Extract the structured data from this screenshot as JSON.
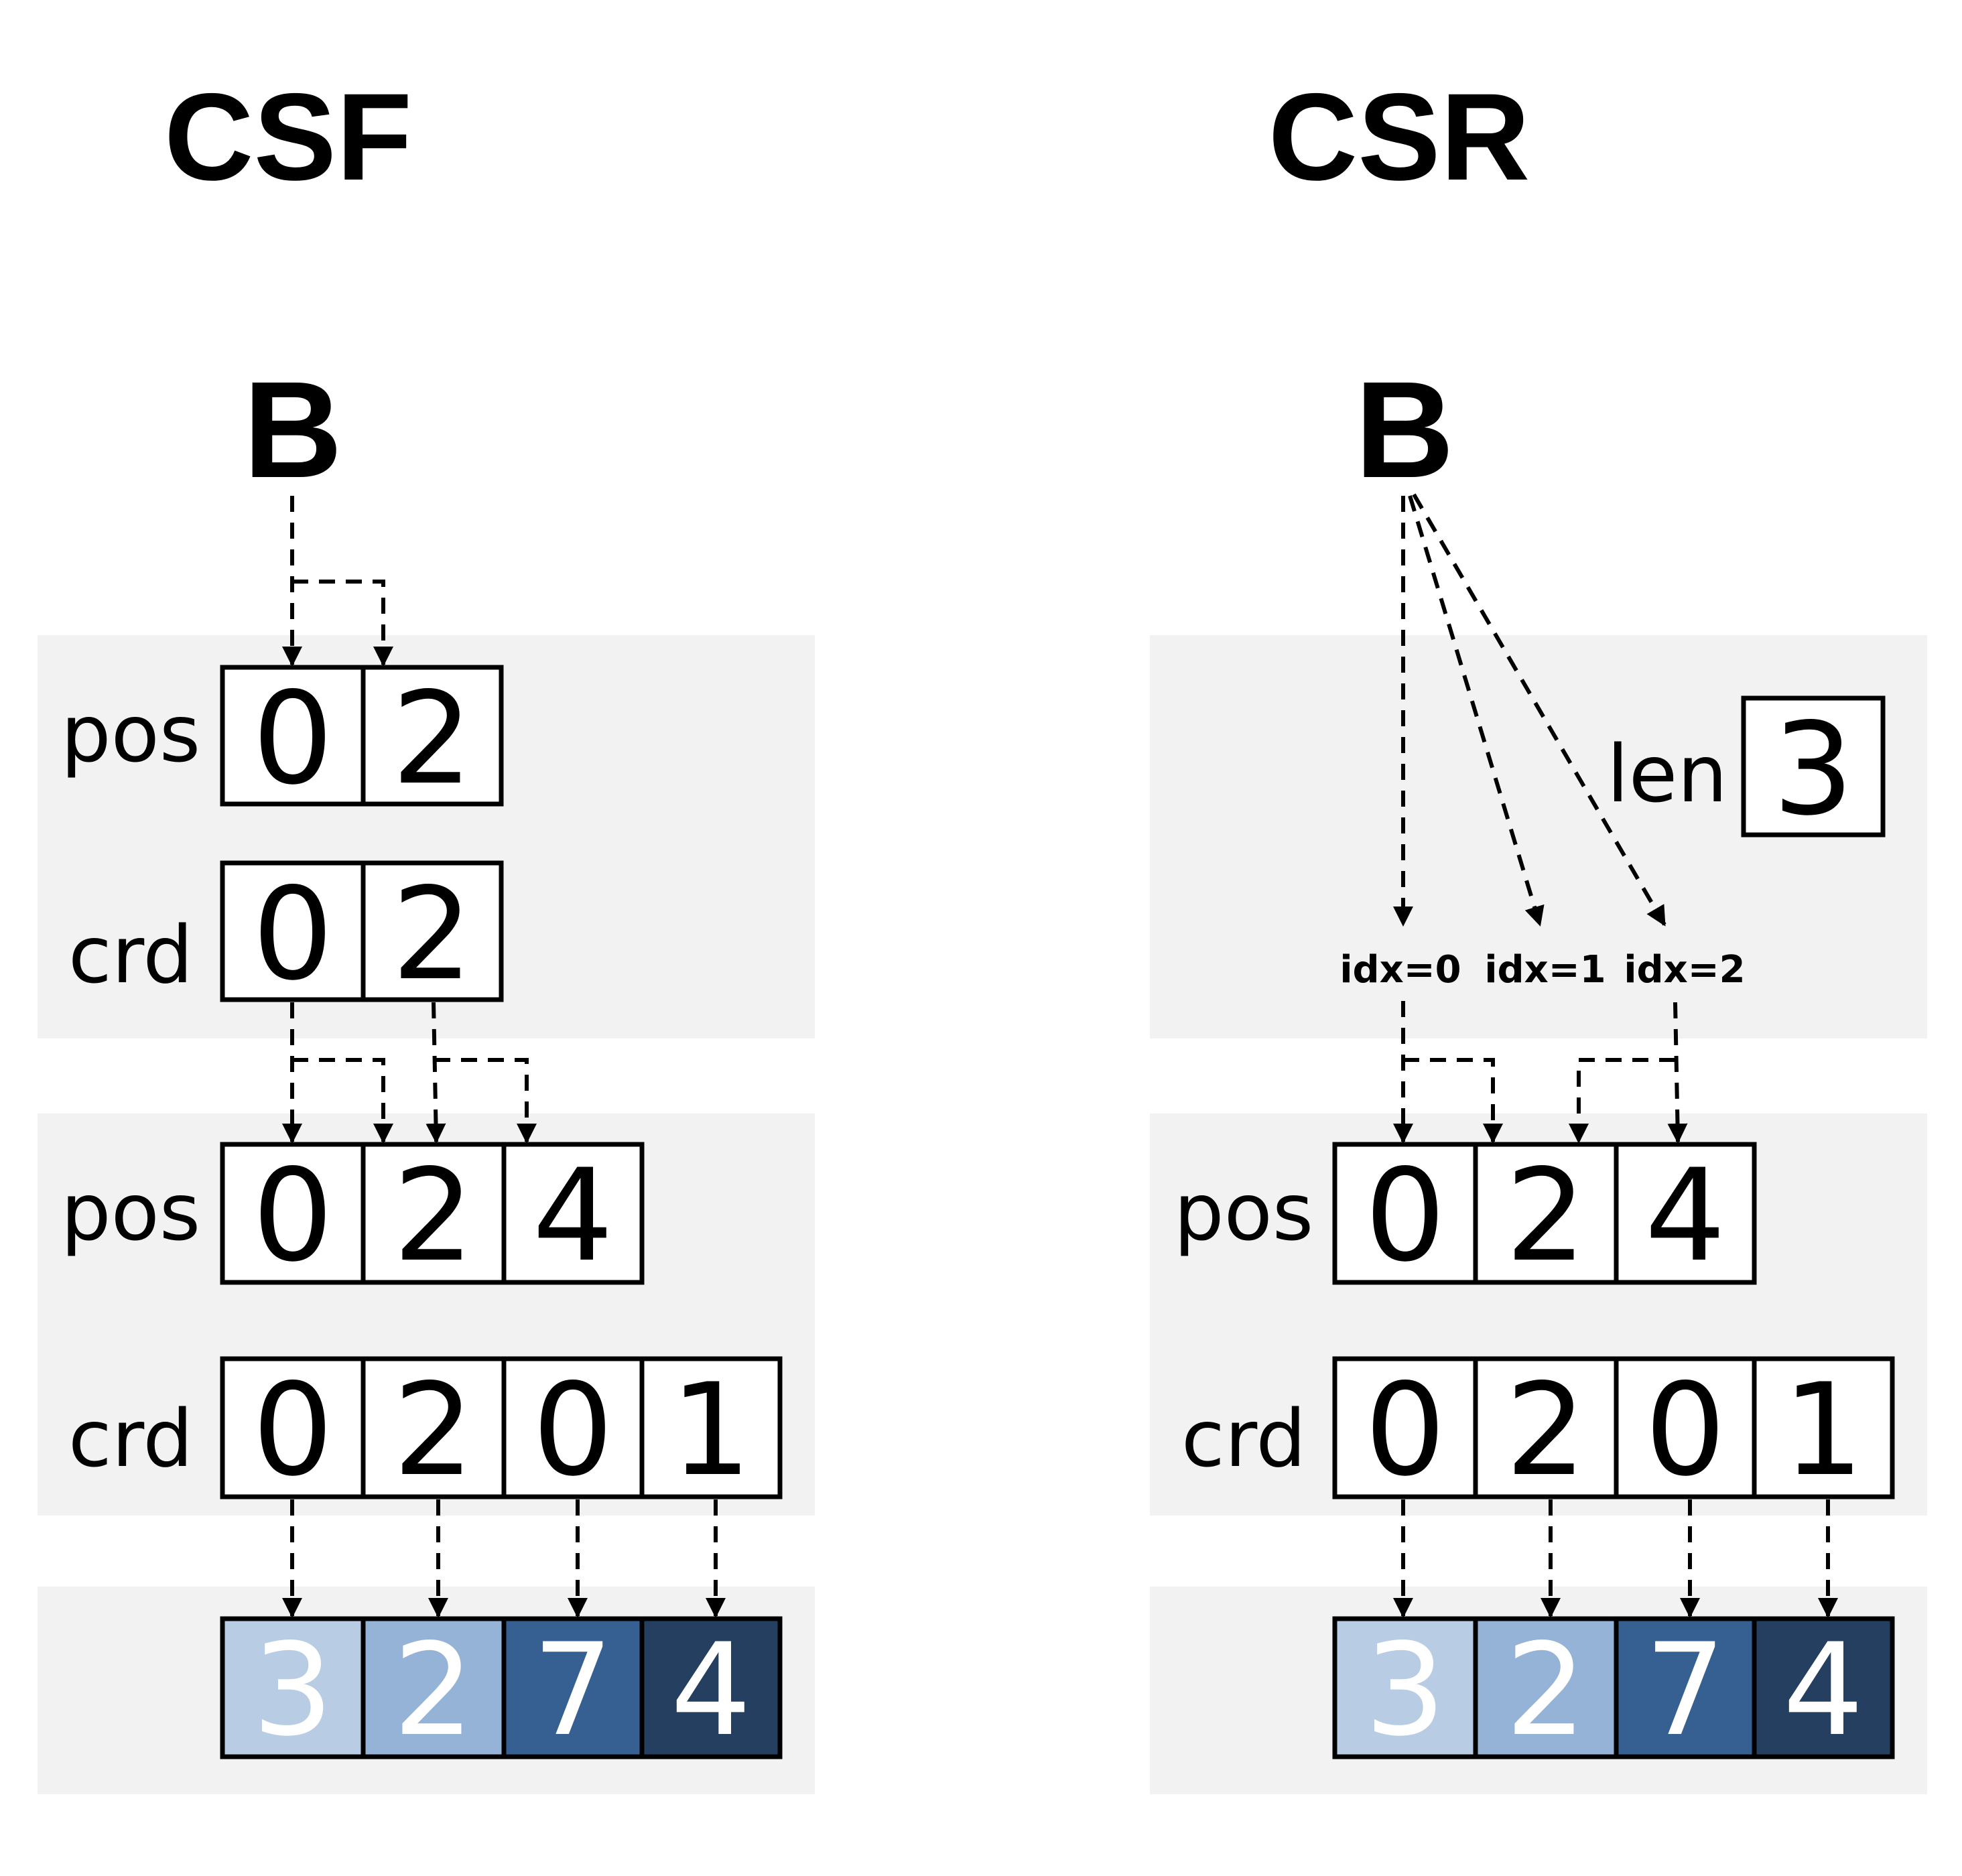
{
  "csf": {
    "title": "CSF",
    "tensor_name": "B",
    "level1": {
      "pos_label": "pos",
      "pos_values": [
        "0",
        "2"
      ],
      "crd_label": "crd",
      "crd_values": [
        "0",
        "2"
      ]
    },
    "level2": {
      "pos_label": "pos",
      "pos_values": [
        "0",
        "2",
        "4"
      ],
      "crd_label": "crd",
      "crd_values": [
        "0",
        "2",
        "0",
        "1"
      ]
    },
    "vals": [
      "3",
      "2",
      "7",
      "4"
    ]
  },
  "csr": {
    "title": "CSR",
    "tensor_name": "B",
    "level1": {
      "len_label": "len",
      "len_value": "3",
      "idx_labels": [
        "idx=0",
        "idx=1",
        "idx=2"
      ]
    },
    "level2": {
      "pos_label": "pos",
      "pos_values": [
        "0",
        "2",
        "4"
      ],
      "crd_label": "crd",
      "crd_values": [
        "0",
        "2",
        "0",
        "1"
      ]
    },
    "vals": [
      "3",
      "2",
      "7",
      "4"
    ]
  },
  "colors": {
    "panel_bg": "#f2f2f2",
    "value_shades": [
      "#b8cce4",
      "#95b3d7",
      "#366092",
      "#243f60"
    ],
    "border": "#000000"
  }
}
